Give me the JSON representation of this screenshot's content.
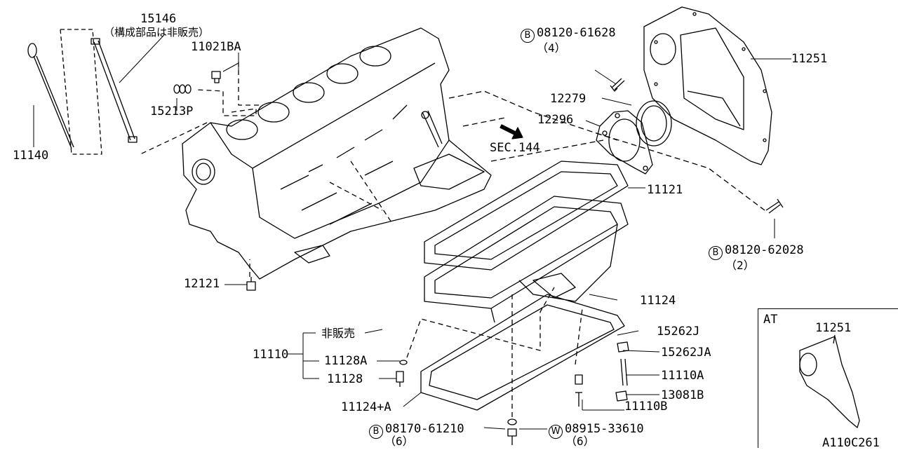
{
  "labels": {
    "p15146": "15146",
    "p15146_note": "（構成部品は非販売）",
    "p11021BA": "11021BA",
    "p15213P": "15213P",
    "p11140": "11140",
    "sec144": "SEC.144",
    "p12121": "12121",
    "p08120_61628": "08120-61628",
    "qty_4": "（4）",
    "p12279": "12279",
    "p12296": "12296",
    "p11251": "11251",
    "p11121": "11121",
    "p08120_62028": "08120-62028",
    "qty_2": "（2）",
    "p11124": "11124",
    "hihanbai": "非販売",
    "p11110": "11110",
    "p11128A": "11128A",
    "p11128": "11128",
    "p11124A": "11124+A",
    "p15262J": "15262J",
    "p15262JA": "15262JA",
    "p11110A": "11110A",
    "p13081B": "13081B",
    "p11110B": "11110B",
    "p08170_61210": "08170-61210",
    "qty_6a": "（6）",
    "p08915_33610": "08915-33610",
    "qty_6b": "（6）",
    "at": "AT",
    "at_11251": "11251",
    "code": "A110C261"
  },
  "symbols": {
    "bolt": "B",
    "washer": "W"
  }
}
